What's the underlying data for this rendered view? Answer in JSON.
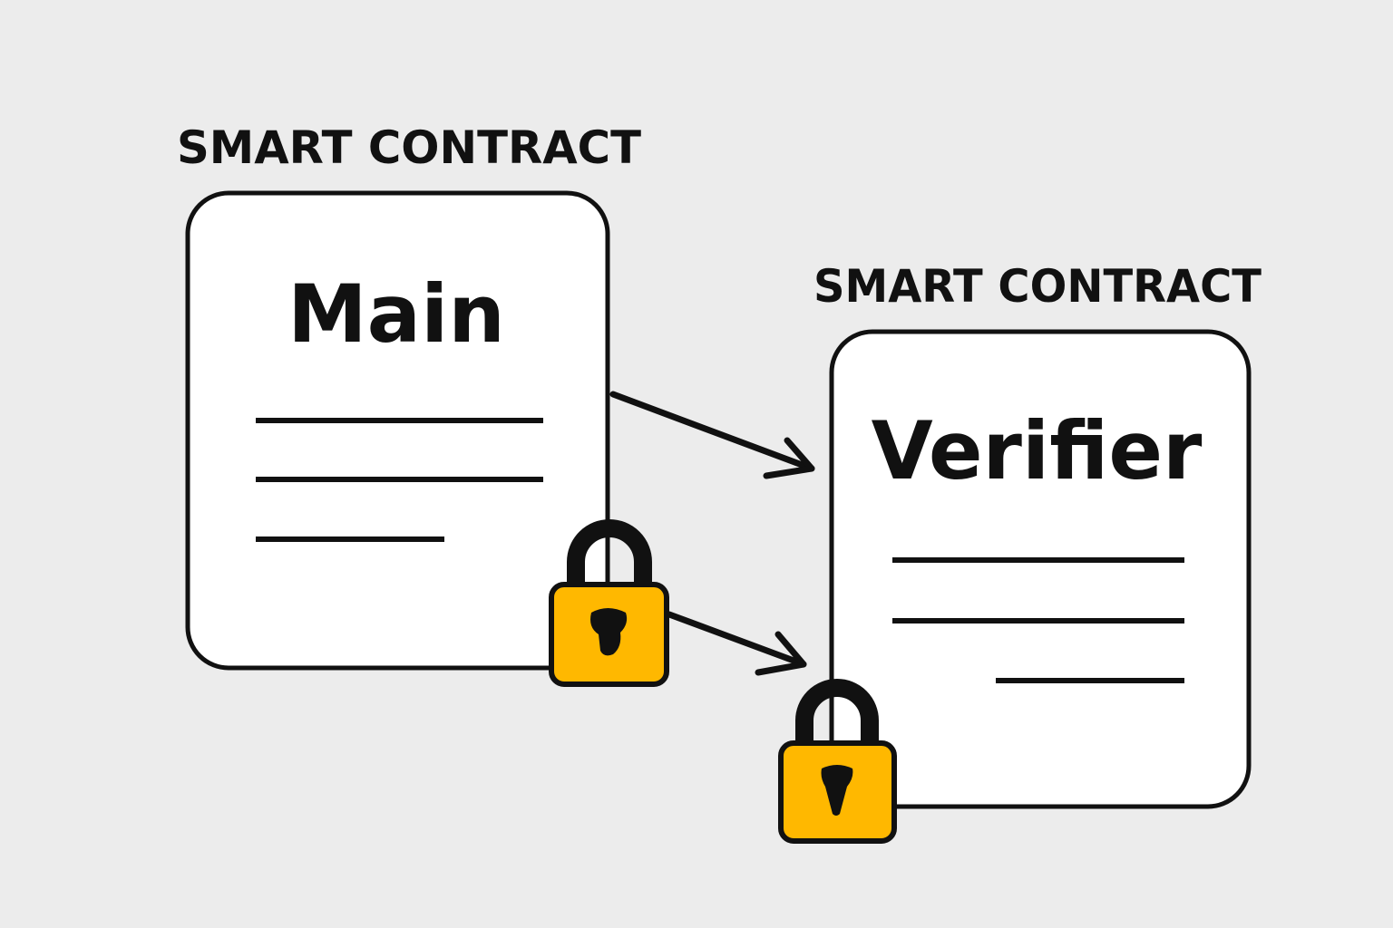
{
  "main_contract": {
    "caption": "SMART CONTRACT",
    "title": "Main"
  },
  "verifier_contract": {
    "caption": "SMART CONTRACT",
    "title": "Verifier"
  },
  "icons": [
    "lock-icon",
    "arrow-icon"
  ],
  "colors": {
    "background": "#ececec",
    "lock": "#ffb800",
    "card": "#ffffff",
    "stroke": "#111111"
  }
}
